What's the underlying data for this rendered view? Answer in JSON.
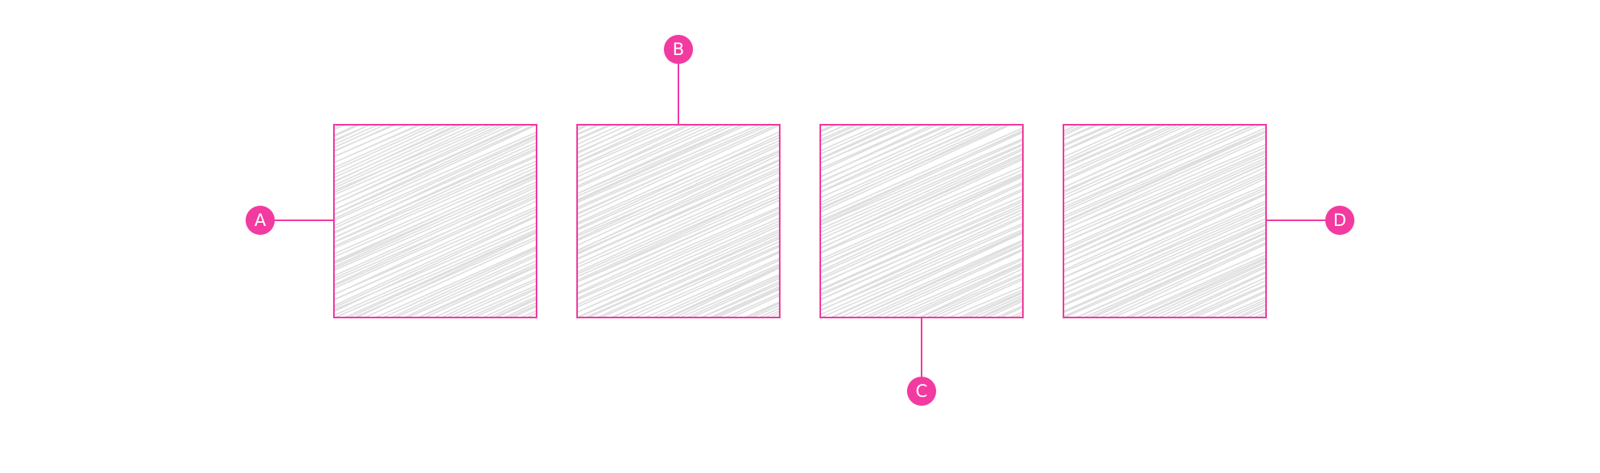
{
  "colors": {
    "accent": "#f23aa0",
    "scribble": "#dedede",
    "background": "#ffffff"
  },
  "panels": [
    {
      "id": "panel-1",
      "content": "scribble-placeholder"
    },
    {
      "id": "panel-2",
      "content": "scribble-placeholder"
    },
    {
      "id": "panel-3",
      "content": "scribble-placeholder"
    },
    {
      "id": "panel-4",
      "content": "scribble-placeholder"
    }
  ],
  "callouts": [
    {
      "label": "A",
      "panel": 1,
      "side": "left"
    },
    {
      "label": "B",
      "panel": 2,
      "side": "top"
    },
    {
      "label": "C",
      "panel": 3,
      "side": "bottom"
    },
    {
      "label": "D",
      "panel": 4,
      "side": "right"
    }
  ]
}
